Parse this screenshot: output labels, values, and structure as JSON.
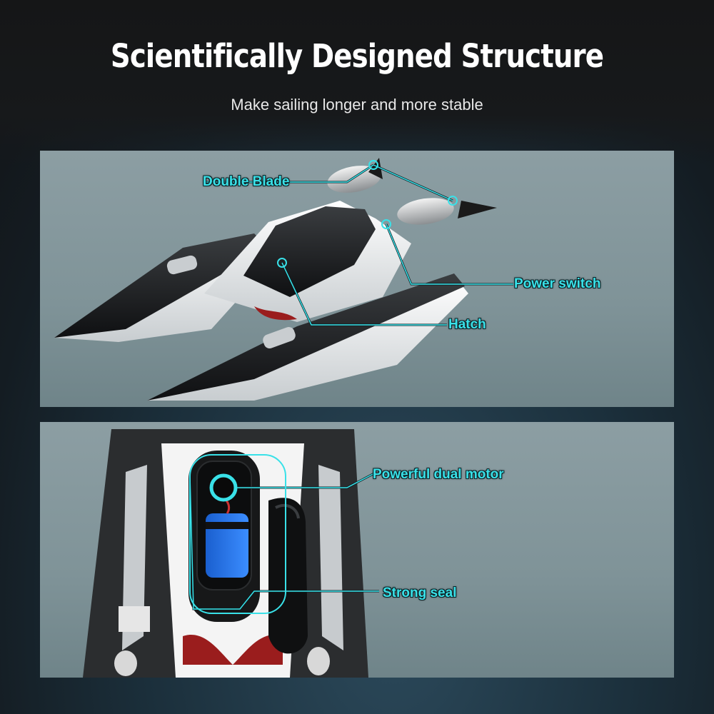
{
  "header": {
    "title": "Scientifically Designed Structure",
    "subtitle": "Make sailing longer and more stable"
  },
  "callouts": {
    "double_blade": "Double Blade",
    "power_switch": "Power switch",
    "hatch": "Hatch",
    "powerful_dual_motor": "Powerful dual motor",
    "strong_seal": "Strong seal"
  },
  "colors": {
    "accent": "#39e1e8",
    "background": "#1b2f3b",
    "panel": "#8a9ca1"
  }
}
